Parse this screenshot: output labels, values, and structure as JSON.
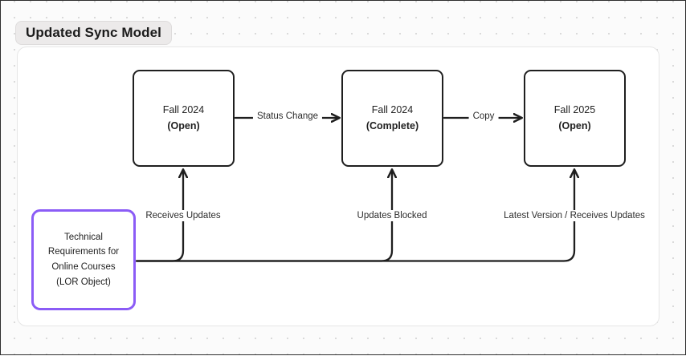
{
  "diagram": {
    "title": "Updated Sync Model",
    "accent_purple": "#8b5cf6",
    "stroke_color": "#1f1f1f",
    "canvas_background": "#fbfbfb",
    "panel_background": "#ffffff",
    "nodes": [
      {
        "id": "fall2024-open",
        "line1": "Fall 2024",
        "line2": "(Open)"
      },
      {
        "id": "fall2024-complete",
        "line1": "Fall 2024",
        "line2": "(Complete)"
      },
      {
        "id": "fall2025-open",
        "line1": "Fall 2025",
        "line2": "(Open)"
      }
    ],
    "lor_object": {
      "line1": "Technical",
      "line2": "Requirements for",
      "line3": "Online Courses",
      "line4": "(LOR Object)"
    },
    "edge_labels": {
      "status_change": "Status Change",
      "copy": "Copy",
      "receives_updates": "Receives Updates",
      "updates_blocked": "Updates Blocked",
      "latest_version": "Latest Version / Receives Updates"
    }
  }
}
